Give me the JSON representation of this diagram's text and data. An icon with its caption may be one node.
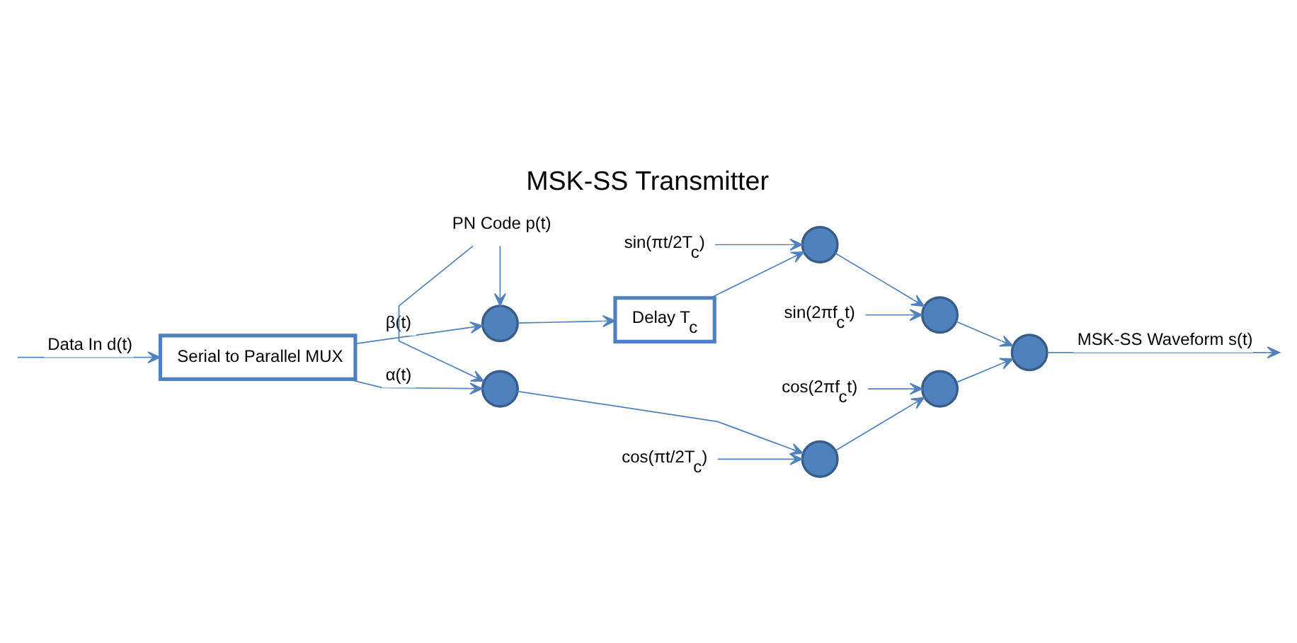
{
  "diagram": {
    "title": "MSK-SS Transmitter",
    "nodes": [
      {
        "text": [
          "Serial to Parallel MUX"
        ]
      },
      {
        "text": [],
        "shape": "circle"
      },
      {
        "text": [
          "PN Code p(t)"
        ]
      },
      {
        "text": [],
        "shape": "circle"
      },
      {
        "text": [
          "Delay T$_{c}$"
        ]
      },
      {
        "text": [],
        "shape": "circle"
      },
      {
        "text": [
          "cos(πt/2T$_{c}$)"
        ]
      },
      {
        "text": [
          "sin(πt/2T$_{c}$)"
        ]
      },
      {
        "text": [],
        "shape": "circle"
      },
      {
        "text": [],
        "shape": "circle"
      },
      {
        "text": [
          "cos(2πf$_{c}$t)"
        ]
      },
      {
        "text": [
          "sin(2πf$_{c}$t)"
        ]
      },
      {
        "text": [],
        "shape": "circle"
      },
      {
        "text": [],
        "shape": "circle"
      }
    ],
    "edges": [
      {
        "from": null,
        "to": 0,
        "arrow": "to",
        "label": "Data In d(t)"
      },
      {
        "from": 0,
        "to": 1,
        "arrow": "to",
        "label": "α(t)"
      },
      {
        "from": 0,
        "to": 3,
        "arrow": "to",
        "label": "β(t)"
      },
      {
        "from": 2,
        "to": 1,
        "arrow": "to"
      },
      {
        "from": 2,
        "to": 3,
        "arrow": "to"
      },
      {
        "from": 3,
        "to": 4,
        "arrow": "to"
      },
      {
        "from": 1,
        "to": 5,
        "arrow": "to"
      },
      {
        "from": 6,
        "to": 5,
        "arrow": "to"
      },
      {
        "from": 4,
        "to": 8,
        "arrow": "to"
      },
      {
        "from": 7,
        "to": 8,
        "arrow": "to"
      },
      {
        "from": 5,
        "to": 9,
        "arrow": "to"
      },
      {
        "from": 10,
        "to": 9,
        "arrow": "to"
      },
      {
        "from": 8,
        "to": 12,
        "arrow": "to"
      },
      {
        "from": 11,
        "to": 12,
        "arrow": "to"
      },
      {
        "from": 9,
        "to": 13,
        "arrow": "to"
      },
      {
        "from": 12,
        "to": 13,
        "arrow": "to"
      },
      {
        "from": 13,
        "to": null,
        "arrow": "to",
        "label": "MSK-SS Waveform s(t)"
      }
    ]
  }
}
